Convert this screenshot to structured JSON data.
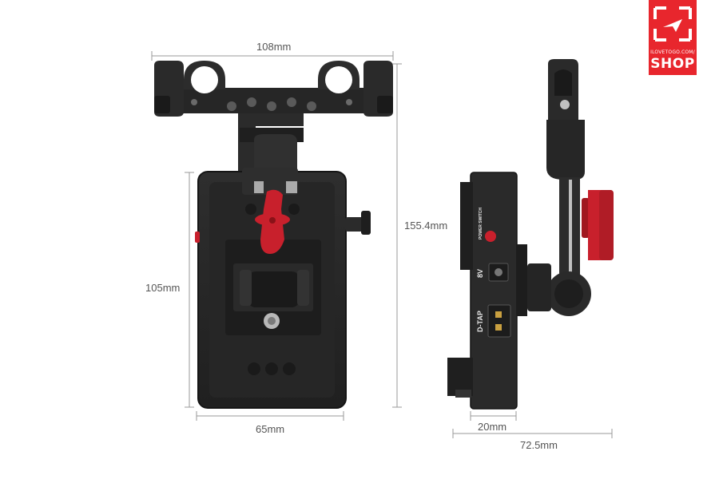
{
  "dimensions": {
    "front_width_top": "108mm",
    "front_height_total": "155.4mm",
    "front_plate_height": "105mm",
    "front_plate_width": "65mm",
    "side_depth": "20mm",
    "side_total_width": "72.5mm"
  },
  "side_labels": {
    "power_switch": "POWER SWITCH",
    "port_8v": "8V",
    "port_dtap": "D-TAP"
  },
  "logo": {
    "small_text": "ILOVETOGO.COM/",
    "big_text": "SHOP"
  },
  "colors": {
    "body": "#2b2b2b",
    "red_knob": "#c8202c",
    "logo_red": "#e8262d"
  }
}
